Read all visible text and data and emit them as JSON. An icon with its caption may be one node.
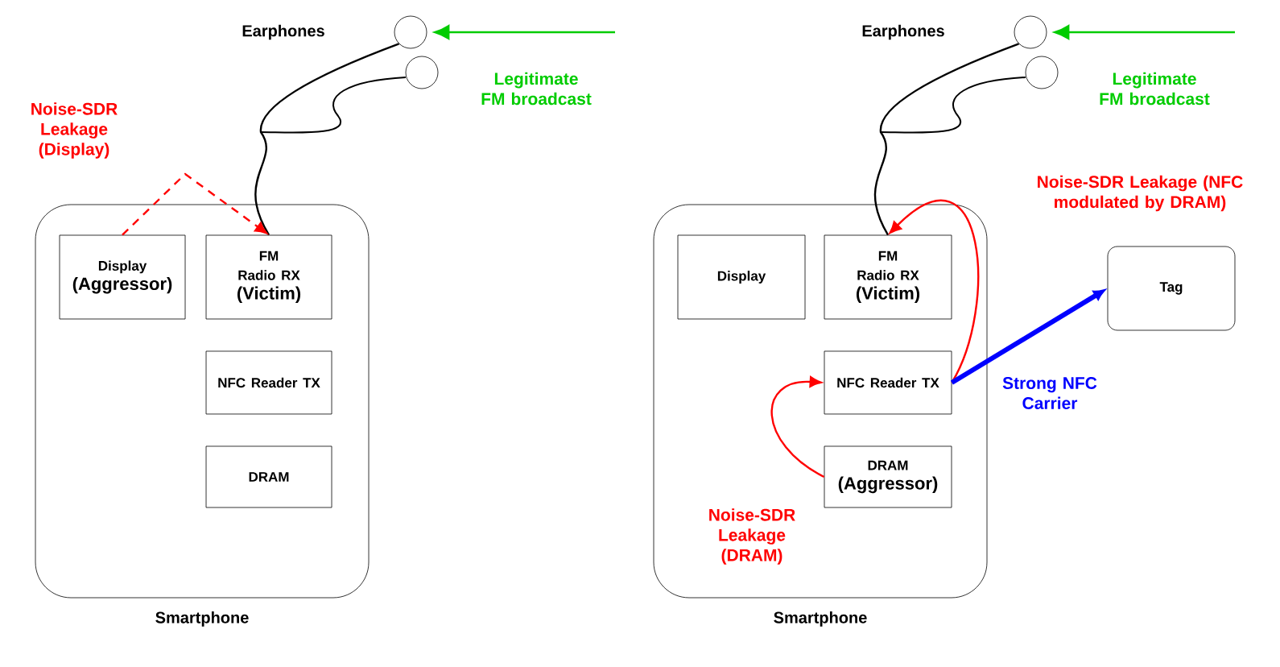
{
  "diagram": {
    "nodes": [
      {
        "text": [
          "Smartphone"
        ]
      },
      {
        "text": [
          "Display",
          "(Aggressor)"
        ],
        "in": 0
      },
      {
        "text": [
          "FM Radio RX",
          "(Victim)"
        ],
        "in": 0
      },
      {
        "text": [
          "NFC Reader TX"
        ],
        "in": 0
      },
      {
        "text": [
          "DRAM"
        ],
        "in": 0
      },
      {
        "text": [],
        "shape": "picture"
      },
      {
        "text": [
          "Smartphone"
        ]
      },
      {
        "text": [
          "Display"
        ],
        "in": 6
      },
      {
        "text": [
          "FM Radio RX",
          "(Victim)"
        ],
        "in": 6
      },
      {
        "text": [
          "NFC Reader TX"
        ],
        "in": 6
      },
      {
        "text": [
          "DRAM",
          "(Aggressor)"
        ],
        "in": 6
      },
      {
        "text": [
          "Tag"
        ]
      },
      {
        "text": [],
        "shape": "picture"
      }
    ],
    "edges": [
      {
        "from": 5,
        "to": 2,
        "arrow": "none",
        "color": "#000000"
      },
      {
        "from": null,
        "to": 5,
        "arrow": "to",
        "color": "#00cc00",
        "label": "Legitimate FM broadcast"
      },
      {
        "from": 1,
        "to": 2,
        "arrow": "to",
        "style": "dashed",
        "color": "#ff0000",
        "label": "Noise-SDR Leakage (Display)"
      },
      {
        "from": 12,
        "to": 8,
        "arrow": "none",
        "color": "#000000"
      },
      {
        "from": null,
        "to": 12,
        "arrow": "to",
        "color": "#00cc00",
        "label": "Legitimate FM broadcast"
      },
      {
        "from": 9,
        "to": 8,
        "arrow": "to",
        "color": "#ff0000",
        "label": "Noise-SDR Leakage (NFC modulated by DRAM)"
      },
      {
        "from": 10,
        "to": 9,
        "arrow": "to",
        "color": "#ff0000",
        "label": "Noise-SDR Leakage (DRAM)"
      },
      {
        "from": 9,
        "to": 11,
        "arrow": "to",
        "style": "thick",
        "color": "#0000ff",
        "label": "Strong NFC Carrier"
      }
    ],
    "labels": [
      "Earphones",
      "Earphones"
    ]
  }
}
